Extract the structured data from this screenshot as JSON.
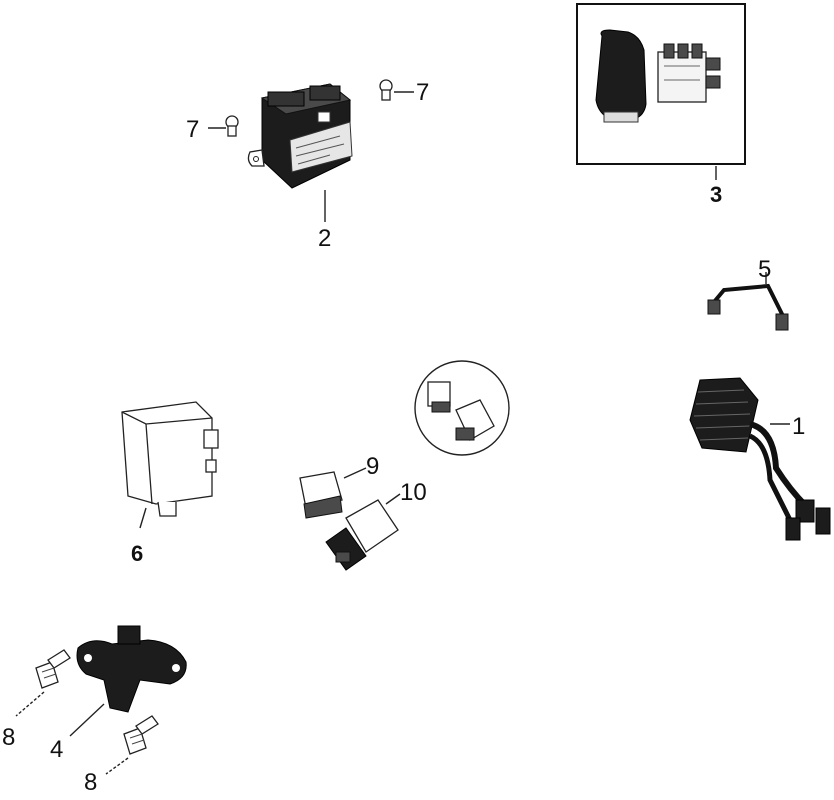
{
  "diagram": {
    "callouts": {
      "c1": "1",
      "c2": "2",
      "c3": "3",
      "c4": "4",
      "c5": "5",
      "c6": "6",
      "c7a": "7",
      "c7b": "7",
      "c8a": "8",
      "c8b": "8",
      "c9": "9",
      "c10": "10"
    }
  }
}
